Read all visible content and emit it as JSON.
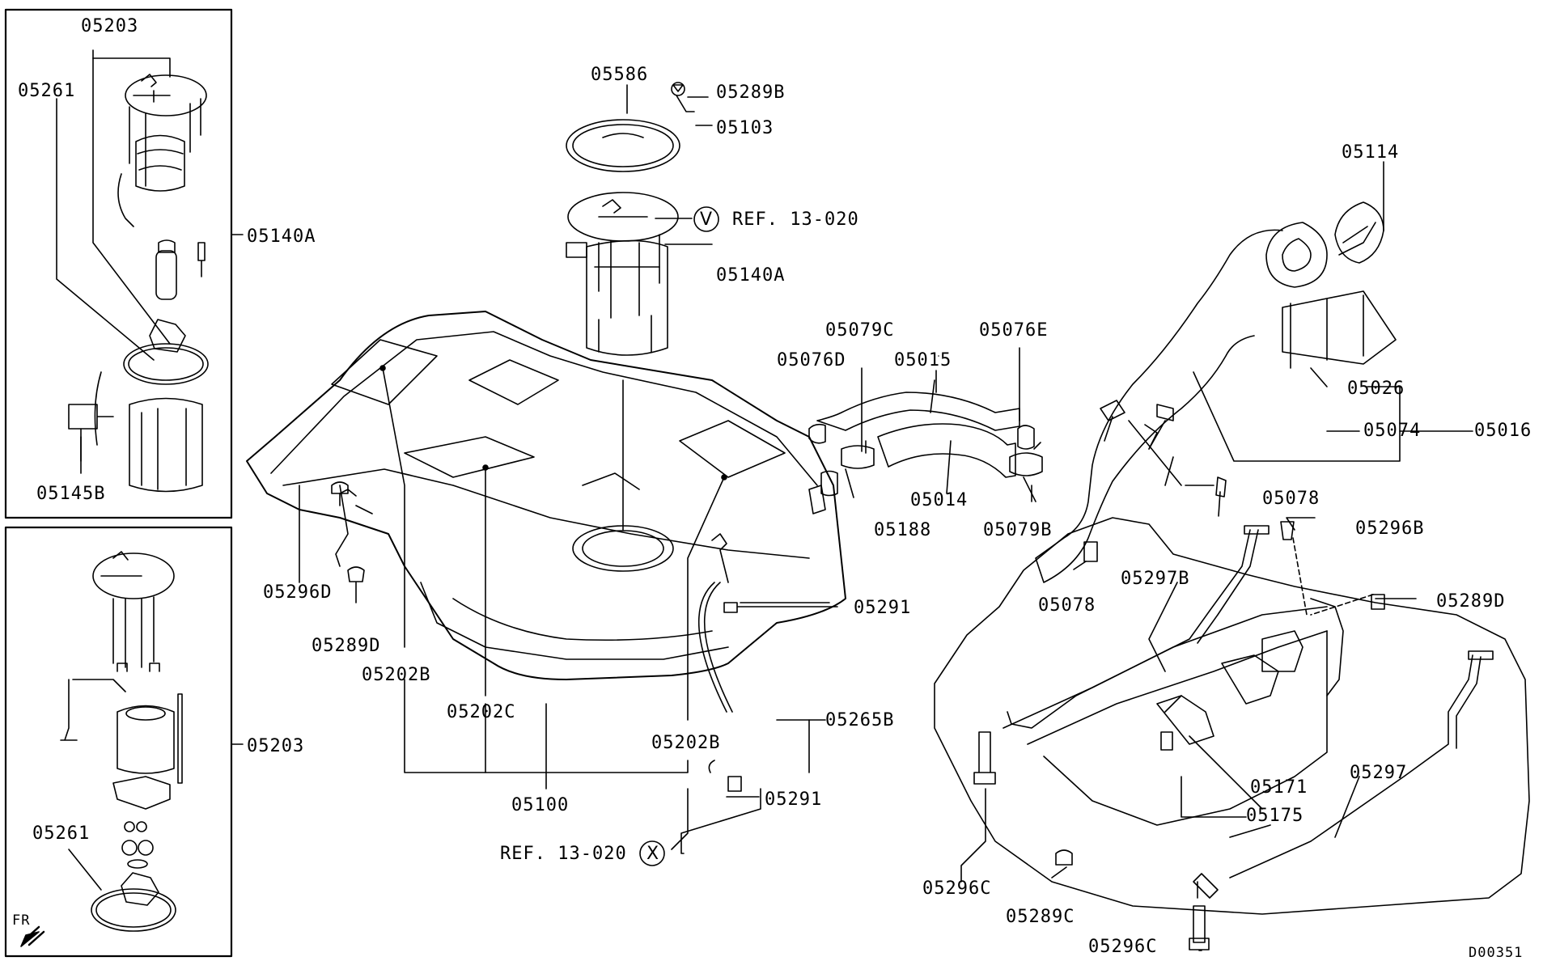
{
  "diagram_code": "D00351",
  "direction_marker": "FR",
  "labels": {
    "p05203_top": "05203",
    "p05261_top": "05261",
    "p05140A_left": "05140A",
    "p05145B": "05145B",
    "p05203_left": "05203",
    "p05261_bottom": "05261",
    "p05586": "05586",
    "p05289B": "05289B",
    "p05103": "05103",
    "ref_v": "REF. 13-020",
    "p05140A_center": "05140A",
    "p05114": "05114",
    "p05079C": "05079C",
    "p05076E": "05076E",
    "p05076D": "05076D",
    "p05015": "05015",
    "p05014": "05014",
    "p05188": "05188",
    "p05079B": "05079B",
    "p05026": "05026",
    "p05074": "05074",
    "p05016": "05016",
    "p05078_right": "05078",
    "p05078_center": "05078",
    "p05296B": "05296B",
    "p05297B": "05297B",
    "p05289D_right": "05289D",
    "p05296D": "05296D",
    "p05289D_left": "05289D",
    "p05202B_left": "05202B",
    "p05202C": "05202C",
    "p05202B_right": "05202B",
    "p05291_top": "05291",
    "p05265B": "05265B",
    "p05291_bottom": "05291",
    "p05100": "05100",
    "ref_x": "REF. 13-020",
    "p05171": "05171",
    "p05297": "05297",
    "p05175": "05175",
    "p05296C_left": "05296C",
    "p05289C": "05289C",
    "p05296C_bottom": "05296C"
  },
  "callouts": {
    "v": "V",
    "x": "X"
  }
}
